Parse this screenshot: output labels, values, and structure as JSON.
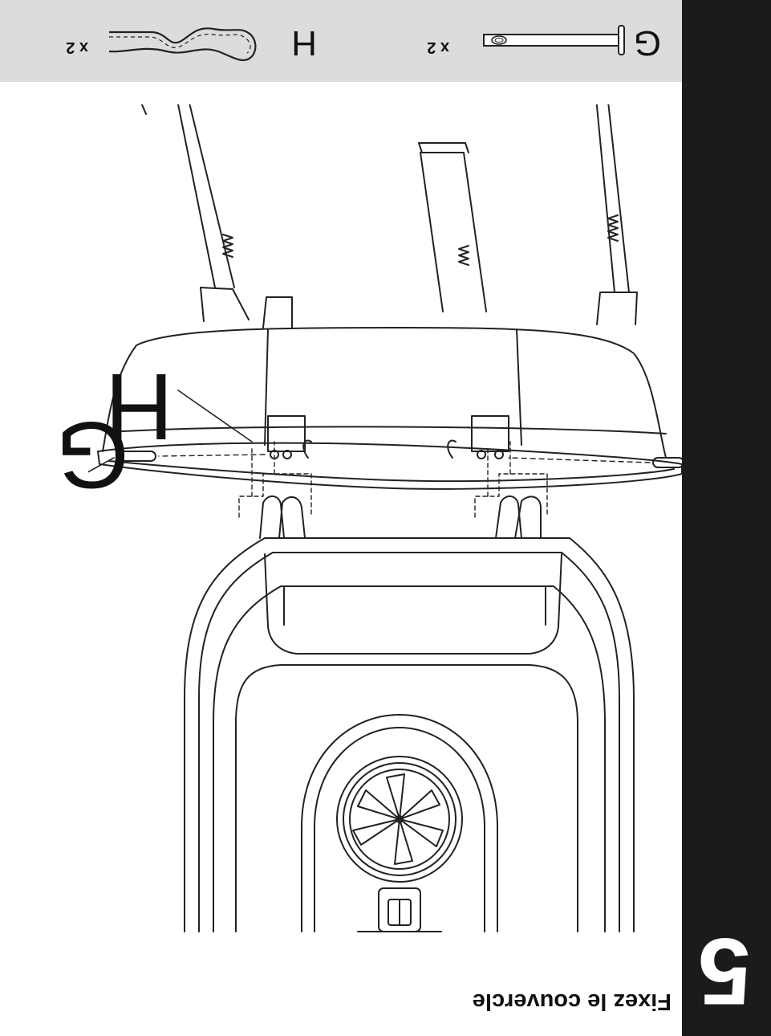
{
  "step": {
    "number": "5",
    "title": "Fixez le couvercle"
  },
  "parts": [
    {
      "letter": "G",
      "quantity": "x 2",
      "icon": "hinge-pin-icon"
    },
    {
      "letter": "H",
      "quantity": "x 2",
      "icon": "hairpin-cotter-icon"
    }
  ],
  "callouts": {
    "pin": "G",
    "clip": "H"
  },
  "colors": {
    "step_bar": "#1b1b1b",
    "parts_panel": "#dcdcdc",
    "line_art": "#222222"
  }
}
